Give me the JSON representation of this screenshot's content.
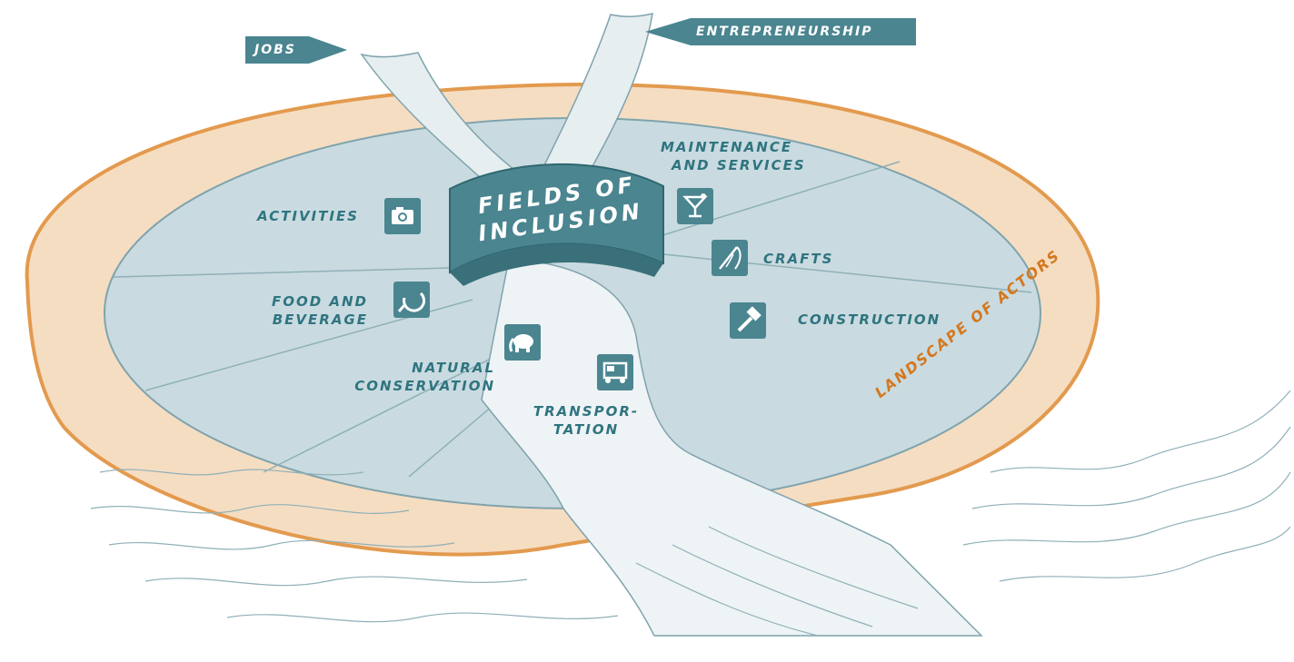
{
  "diagram": {
    "colors": {
      "teal": "#4a8590",
      "text_teal": "#2f7480",
      "field": "#c9dbe0",
      "sand": "#f5ddc2",
      "sand_edge": "#e39a4e",
      "orange_text": "#d4781f",
      "river_line": "#7fa3ad"
    },
    "title_line1": "Fields of",
    "title_line2": "inclusion",
    "streams": {
      "jobs": "Jobs",
      "entrepreneurship": "Entrepreneurship"
    },
    "landscape_label": "Landscape of actors",
    "fields": {
      "activities": {
        "label": "Activities",
        "icon": "camera-icon"
      },
      "food": {
        "line1": "Food and",
        "line2": "beverage",
        "icon": "hat-icon"
      },
      "natural": {
        "line1": "Natural",
        "line2": "conservation",
        "icon": "elephant-icon"
      },
      "transport": {
        "line1": "Transpor-",
        "line2": "tation",
        "icon": "tuk-tuk-icon"
      },
      "construction": {
        "label": "Construction",
        "icon": "hammer-icon"
      },
      "crafts": {
        "label": "Crafts",
        "icon": "needle-icon"
      },
      "maintenance": {
        "line1": "Maintenance",
        "line2": "and services",
        "icon": "cocktail-icon"
      }
    }
  }
}
